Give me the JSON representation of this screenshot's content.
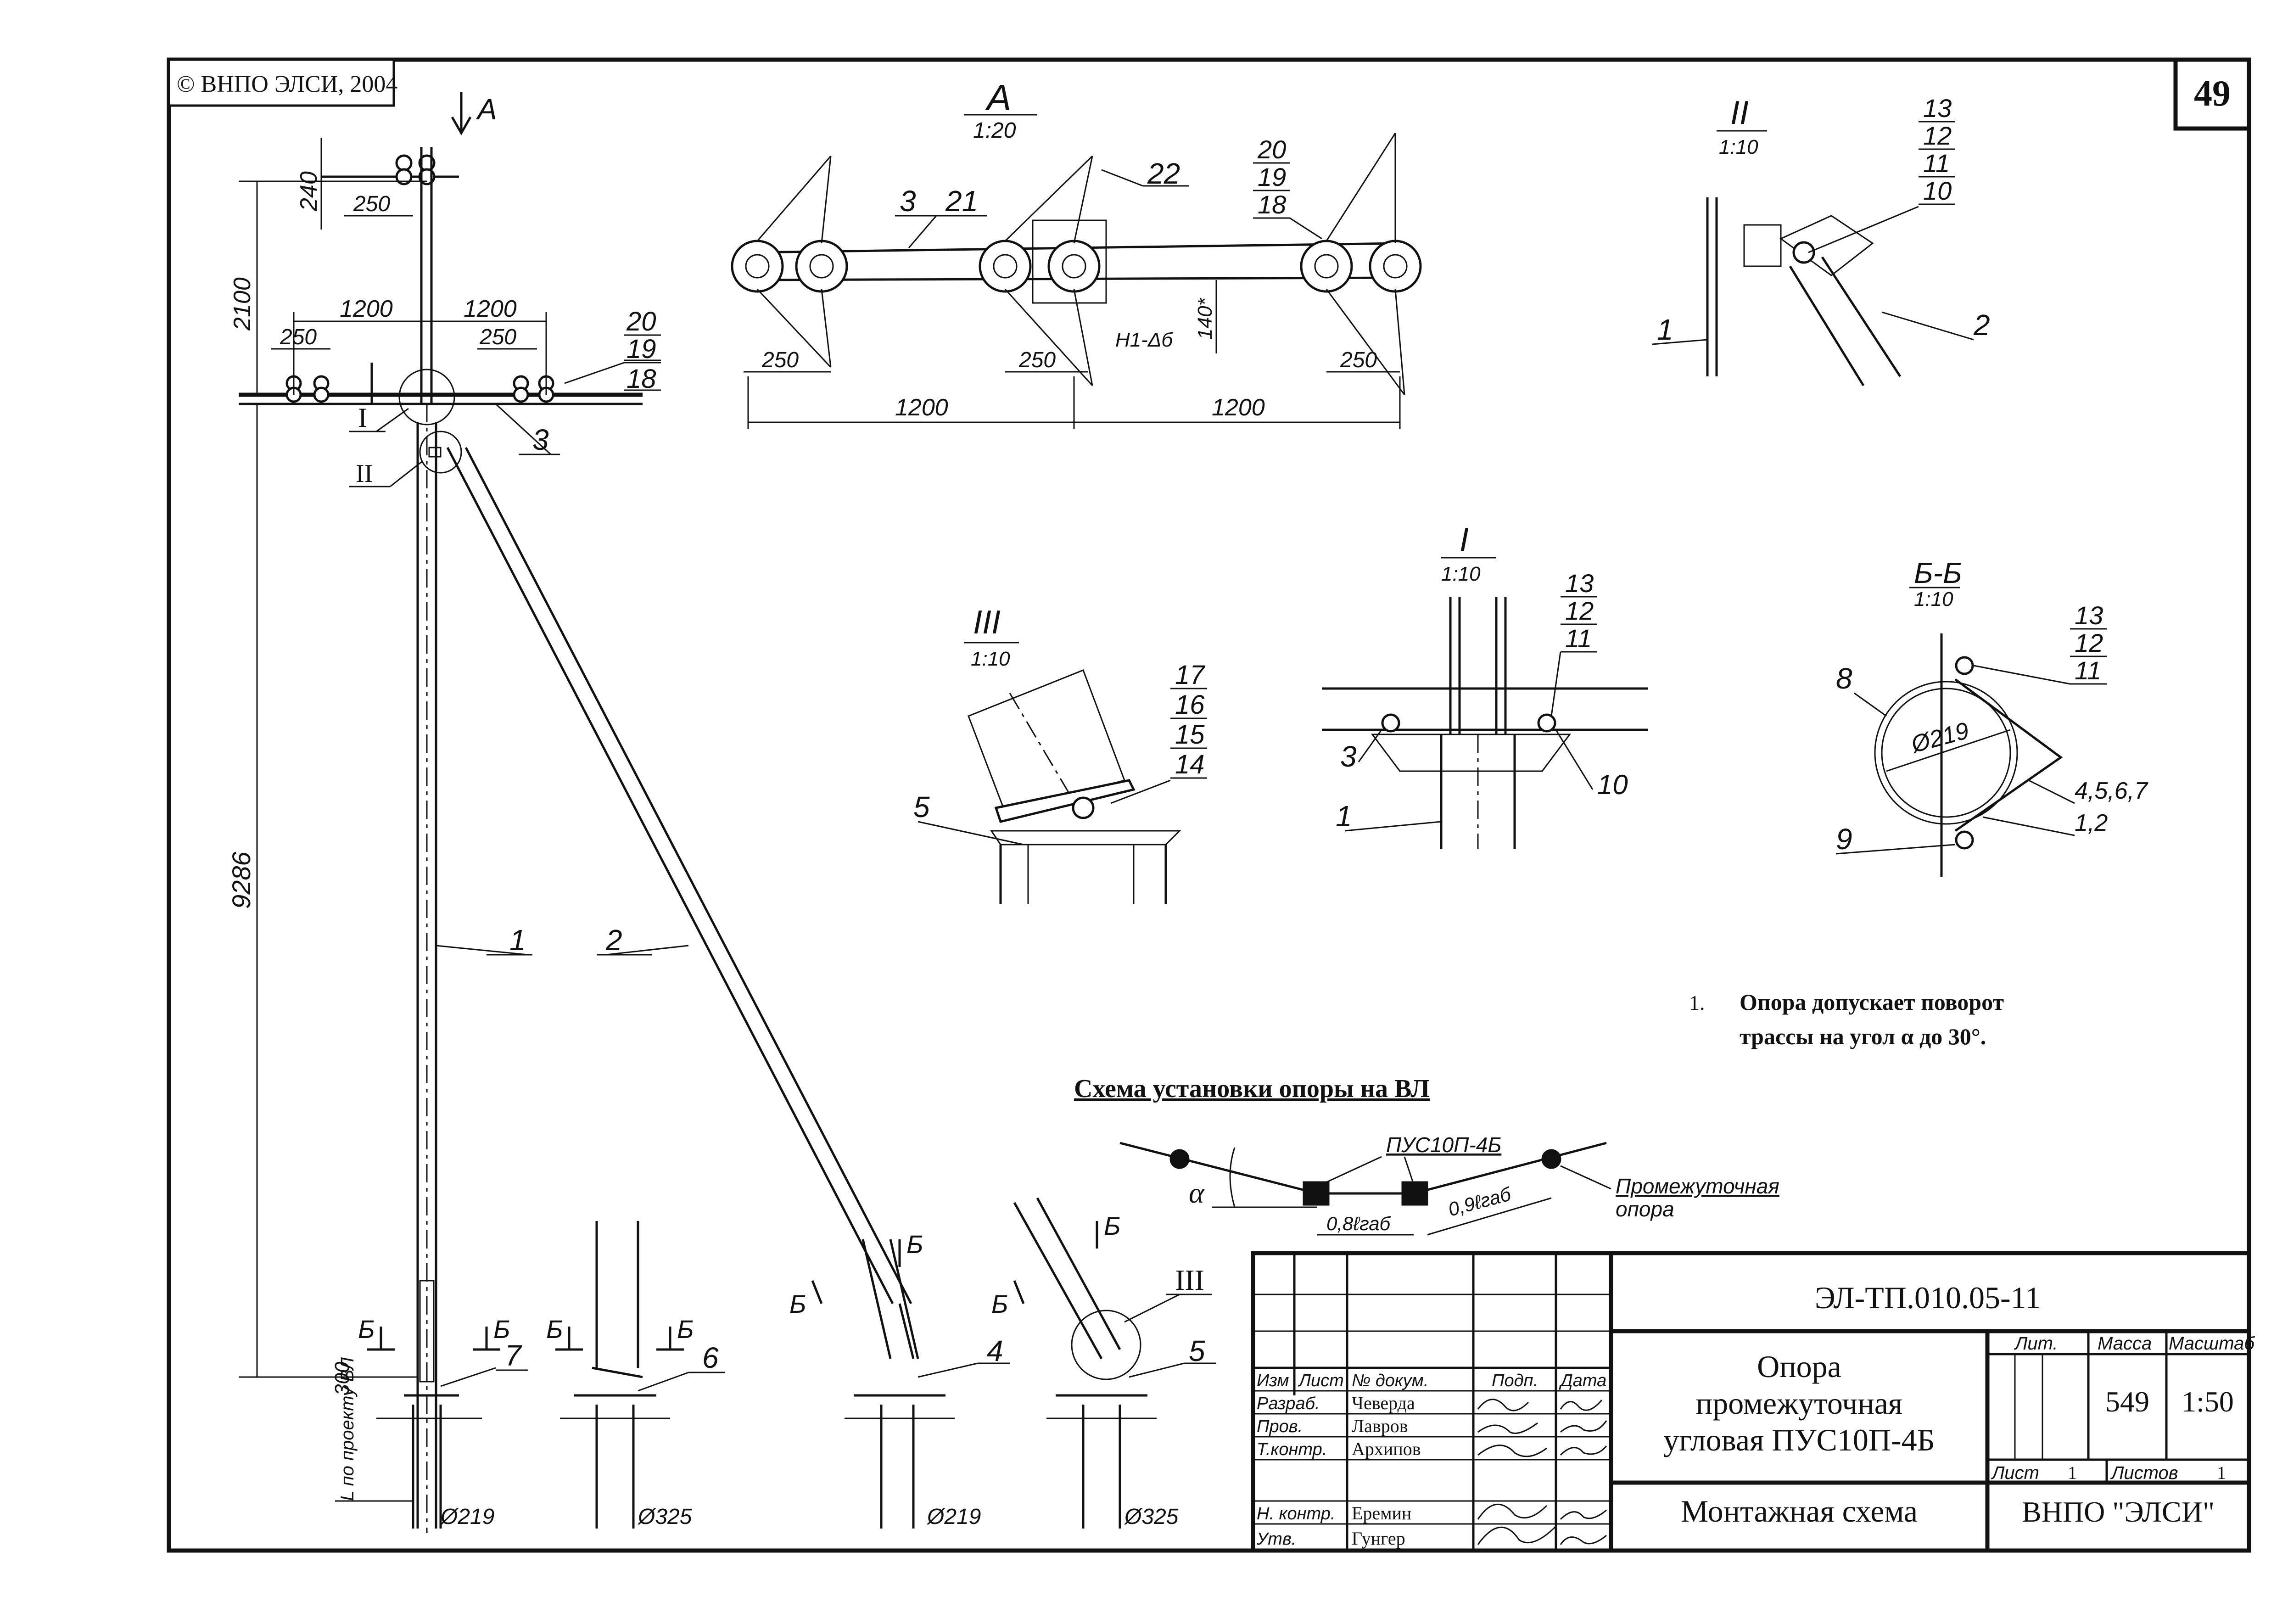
{
  "copyright": "© ВНПО ЭЛСИ, 2004",
  "sheet_number": "49",
  "view_arrow_label": "А",
  "main_view": {
    "dims": {
      "d240": "240",
      "d250_top": "250",
      "d2100": "2100",
      "d1200_left": "1200",
      "d1200_right": "1200",
      "d250_left": "250",
      "d250_right": "250",
      "d9286": "9286",
      "d300": "300",
      "l_project": "L по проекту ВЛ"
    },
    "callouts": {
      "c20": "20",
      "c19": "19",
      "c18": "18",
      "c3": "3",
      "cI": "I",
      "cII": "II",
      "c1": "1",
      "c2": "2",
      "c7": "7",
      "c6": "6",
      "c4": "4",
      "c5": "5",
      "cIII": "III"
    },
    "section_marks": {
      "b": "Б"
    },
    "diameters": {
      "d219_a": "Ø219",
      "d325_a": "Ø325",
      "d219_b": "Ø219",
      "d325_b": "Ø325"
    }
  },
  "view_a": {
    "title": "А",
    "scale": "1:20",
    "callouts": {
      "c3": "3",
      "c21": "21",
      "c22": "22",
      "c20": "20",
      "c19": "19",
      "c18": "18"
    },
    "dims": {
      "d250_1": "250",
      "d250_2": "250",
      "d250_3": "250",
      "d1200_1": "1200",
      "d1200_2": "1200",
      "d140": "140*",
      "h": "Н1-Δб"
    }
  },
  "detail_ii": {
    "title": "II",
    "scale": "1:10",
    "callouts": {
      "c13": "13",
      "c12": "12",
      "c11": "11",
      "c10": "10",
      "c1": "1",
      "c2": "2"
    }
  },
  "detail_iii": {
    "title": "III",
    "scale": "1:10",
    "callouts": {
      "c17": "17",
      "c16": "16",
      "c15": "15",
      "c14": "14",
      "c5": "5"
    }
  },
  "detail_i": {
    "title": "I",
    "scale": "1:10",
    "callouts": {
      "c13": "13",
      "c12": "12",
      "c11": "11",
      "c3": "3",
      "c10": "10",
      "c1": "1"
    }
  },
  "section_bb": {
    "title": "Б-Б",
    "scale": "1:10",
    "callouts": {
      "c13": "13",
      "c12": "12",
      "c11": "11",
      "c8": "8",
      "c4567": "4,5,6,7",
      "c12b": "1,2",
      "c9": "9"
    },
    "diameter": "Ø219"
  },
  "note": {
    "number": "1.",
    "line1": "Опора допускает поворот",
    "line2": "трассы на угол α до 30°."
  },
  "scheme": {
    "title": "Схема установки опоры на ВЛ",
    "support_label": "ПУС10П-4Б",
    "alpha": "α",
    "span1": "0,8ℓгаб",
    "span2": "0,9ℓгаб",
    "intermediate_l1": "Промежуточная",
    "intermediate_l2": "опора"
  },
  "title_block": {
    "doc_code": "ЭЛ-ТП.010.05-11",
    "title_l1": "Опора",
    "title_l2": "промежуточная",
    "title_l3": "угловая ПУС10П-4Б",
    "subtitle": "Монтажная схема",
    "org": "ВНПО \"ЭЛСИ\"",
    "hdr_lit": "Лит.",
    "hdr_mass": "Масса",
    "hdr_scale": "Масштаб",
    "mass": "549",
    "scale": "1:50",
    "sheet_lbl": "Лист",
    "sheet_val": "1",
    "sheets_lbl": "Листов",
    "sheets_val": "1",
    "cols": {
      "izm": "Изм",
      "list": "Лист",
      "ndoc": "№ докум.",
      "podp": "Подп.",
      "data": "Дата"
    },
    "rows": [
      {
        "role": "Разраб.",
        "name": "Чеверда"
      },
      {
        "role": "Пров.",
        "name": "Лавров"
      },
      {
        "role": "Т.контр.",
        "name": "Архипов"
      },
      {
        "role": "Н. контр.",
        "name": "Еремин"
      },
      {
        "role": "Утв.",
        "name": "Гунгер"
      }
    ]
  }
}
